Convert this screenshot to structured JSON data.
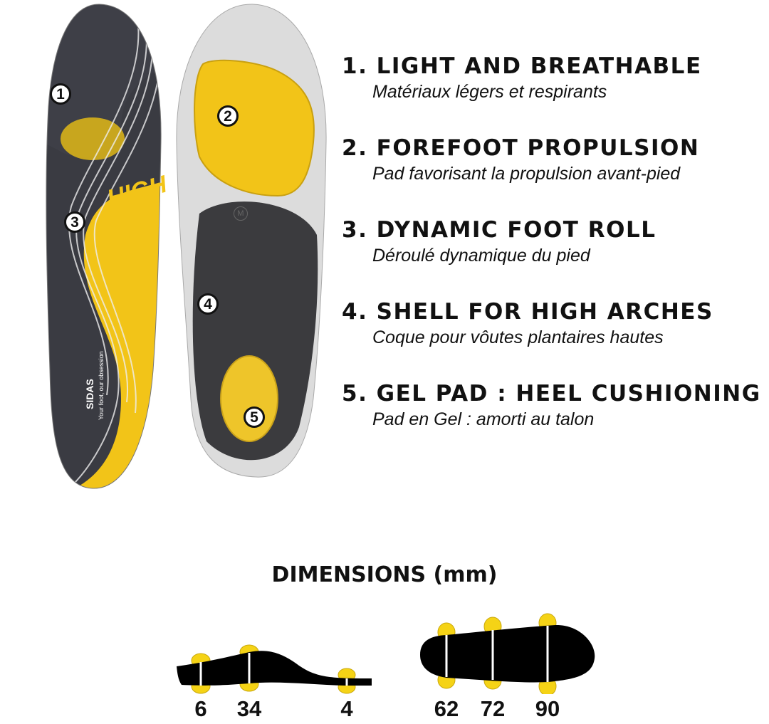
{
  "product": {
    "brand": "SIDAS",
    "tagline": "Your foot, our obsession",
    "model_label": "HIGH",
    "size_mark": "M",
    "colors": {
      "yellow": "#f2c418",
      "dark_gray": "#3a3b42",
      "light_gray": "#dcdcdc"
    }
  },
  "markers": [
    "1",
    "2",
    "3",
    "4",
    "5"
  ],
  "features": [
    {
      "title": "1. LIGHT AND BREATHABLE",
      "subtitle": "Matériaux légers et respirants"
    },
    {
      "title": "2. FOREFOOT PROPULSION",
      "subtitle": "Pad favorisant la propulsion avant-pied"
    },
    {
      "title": "3. DYNAMIC FOOT ROLL",
      "subtitle": "Déroulé dynamique du pied"
    },
    {
      "title": "4. SHELL FOR HIGH ARCHES",
      "subtitle": "Coque pour vôutes plantaires hautes"
    },
    {
      "title": "5. GEL PAD : HEEL CUSHIONING",
      "subtitle": "Pad en Gel : amorti au talon"
    }
  ],
  "dimensions": {
    "title": "DIMENSIONS (mm)",
    "thickness": [
      "6",
      "34",
      "4"
    ],
    "width": [
      "62",
      "72",
      "90"
    ]
  }
}
